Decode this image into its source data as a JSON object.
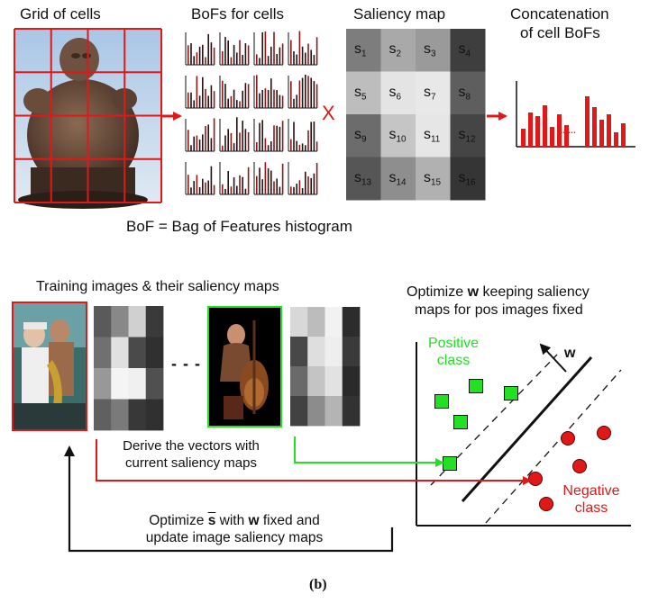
{
  "top_panel": {
    "grid_title": "Grid of cells",
    "bofs_title": "BoFs for cells",
    "saliency_title": "Saliency map",
    "concat_title_line1": "Concatenation",
    "concat_title_line2": "of cell BoFs",
    "multiply_symbol": "X",
    "dots": "......",
    "caption": "BoF = Bag of Features histogram",
    "saliency_cells": [
      {
        "label": "s",
        "sub": "1",
        "gray": "#7d7d7d"
      },
      {
        "label": "s",
        "sub": "2",
        "gray": "#a9a9a9"
      },
      {
        "label": "s",
        "sub": "3",
        "gray": "#9a9a9a"
      },
      {
        "label": "s",
        "sub": "4",
        "gray": "#3e3e3e"
      },
      {
        "label": "s",
        "sub": "5",
        "gray": "#bdbdbd"
      },
      {
        "label": "s",
        "sub": "6",
        "gray": "#e4e4e4"
      },
      {
        "label": "s",
        "sub": "7",
        "gray": "#e8e8e8"
      },
      {
        "label": "s",
        "sub": "8",
        "gray": "#5e5e5e"
      },
      {
        "label": "s",
        "sub": "9",
        "gray": "#6c6c6c"
      },
      {
        "label": "s",
        "sub": "10",
        "gray": "#c5c5c5"
      },
      {
        "label": "s",
        "sub": "11",
        "gray": "#e6e6e6"
      },
      {
        "label": "s",
        "sub": "12",
        "gray": "#454545"
      },
      {
        "label": "s",
        "sub": "13",
        "gray": "#565656"
      },
      {
        "label": "s",
        "sub": "14",
        "gray": "#8e8e8e"
      },
      {
        "label": "s",
        "sub": "15",
        "gray": "#b1b1b1"
      },
      {
        "label": "s",
        "sub": "16",
        "gray": "#353535"
      }
    ]
  },
  "bottom_panel": {
    "training_title": "Training images & their saliency maps",
    "optimize_title_line1_pre": "Optimize ",
    "optimize_title_line1_bold": "w",
    "optimize_title_line1_post": " keeping saliency",
    "optimize_title_line2": "maps for pos images fixed",
    "ellipsis": "- - -",
    "positive_line1": "Positive",
    "positive_line2": "class",
    "negative_line1": "Negative",
    "negative_line2": "class",
    "w_label": "w",
    "derive_line1": "Derive the vectors with",
    "derive_line2": "current saliency maps",
    "optimize_s_pre": "Optimize ",
    "optimize_s_sym": "s",
    "optimize_s_mid": " with ",
    "optimize_s_bold": "w",
    "optimize_s_post": " fixed and",
    "optimize_s_line2": "update image saliency maps",
    "sub_caption": "(b)",
    "saliency_map_1": [
      "#5a5a5a",
      "#888888",
      "#d0d0d0",
      "#3a3a3a",
      "#707070",
      "#e0e0e0",
      "#4a4a4a",
      "#303030",
      "#989898",
      "#f4f4f4",
      "#f0f0f0",
      "#505050",
      "#606060",
      "#7a7a7a",
      "#383838",
      "#303030"
    ],
    "saliency_map_2": [
      "#d8d8d8",
      "#bcbcbc",
      "#f2f2f2",
      "#2c2c2c",
      "#484848",
      "#dedede",
      "#eeeeee",
      "#3a3a3a",
      "#6a6a6a",
      "#c4c4c4",
      "#e2e2e2",
      "#2a2a2a",
      "#424242",
      "#8c8c8c",
      "#b4b4b4",
      "#323232"
    ],
    "colors": {
      "red": "#e01818",
      "green": "#22e022",
      "black": "#111111"
    }
  }
}
